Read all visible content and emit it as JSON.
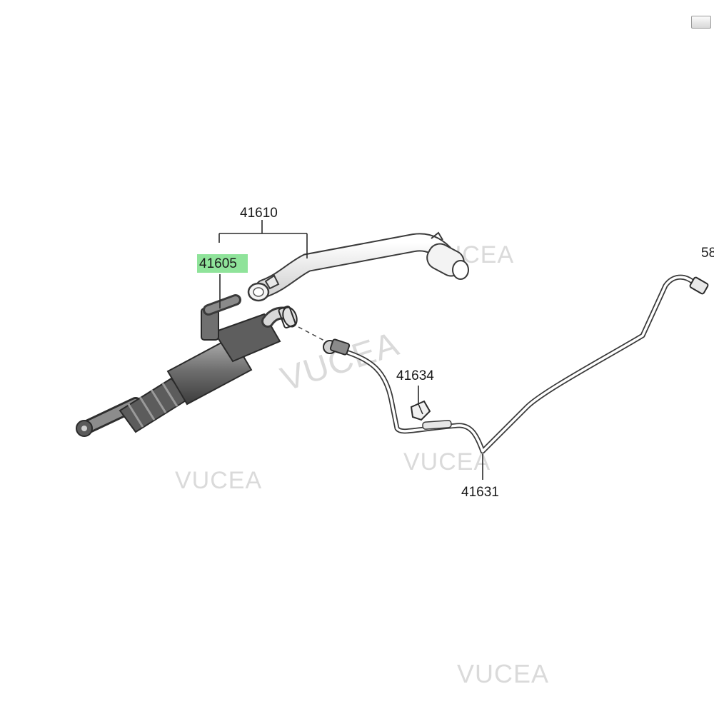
{
  "labels": {
    "p41610": "41610",
    "p41605": "41605",
    "p41634": "41634",
    "p41631": "41631",
    "p58": "58"
  },
  "highlight_color": "#8fe39a",
  "watermark": "VUCEA"
}
